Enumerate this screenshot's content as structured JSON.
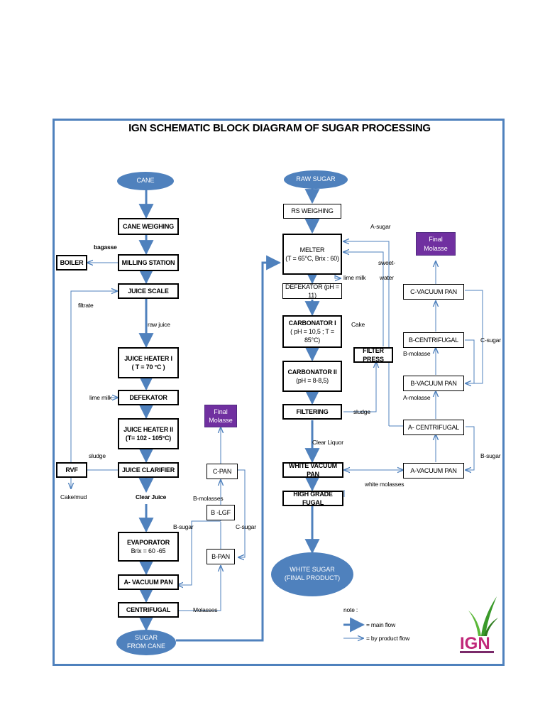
{
  "title": "IGN SCHEMATIC BLOCK DIAGRAM OF SUGAR PROCESSING",
  "left_chain": {
    "cane": "CANE",
    "cane_weighing": "CANE WEIGHING",
    "bagasse": "bagasse",
    "boiler": "BOILER",
    "milling_station": "MILLING  STATION",
    "juice_scale": "JUICE SCALE",
    "filtrate": "filtrate",
    "raw_juice": "raw juice",
    "juice_heater_1": "JUICE HEATER I",
    "juice_heater_1_temp": "( T = 70 °C )",
    "lime_milk": "lime milk",
    "defekator": "DEFEKATOR",
    "juice_heater_2": "JUICE HEATER II",
    "juice_heater_2_temp": "(T= 102 - 105°C)",
    "sludge": "sludge",
    "rvf": "RVF",
    "juice_clarifier": "JUICE CLARIFIER",
    "cake_mud": "Cake/mud",
    "clear_juice": "Clear Juice",
    "evaporator": "EVAPORATOR",
    "evaporator_brix": "Brix = 60 -65",
    "a_vacuum_pan": "A- VACUUM PAN",
    "centrifugal": "CENTRIFUGAL",
    "sugar_from_cane": "SUGAR",
    "sugar_from_cane_2": "FROM CANE",
    "final_molasse_1": "Final",
    "final_molasse_2": "Molasse",
    "c_pan": "C-PAN",
    "b_molasses": "B-molasses",
    "b_lgf": "B -LGF",
    "b_sugar": "B-sugar",
    "c_sugar": "C-sugar",
    "b_pan": "B-PAN",
    "molasses": "Molasses"
  },
  "right_chain": {
    "raw_sugar": "RAW SUGAR",
    "rs_weighing": "RS WEIGHING",
    "a_sugar": "A-sugar",
    "melter": "MELTER",
    "melter_cond": "(T = 65°C, Brix : 60)",
    "sweet_water_1": "sweet-",
    "sweet_water_2": "water",
    "lime_milk": "lime milk",
    "defekator": "DEFEKATOR (pH = 11)",
    "carbonator_1": "CARBONATOR I",
    "carbonator_1_cond": "( pH = 10,5 ; T = 85°C)",
    "cake": "Cake",
    "filter_press": "FILTER PRESS",
    "carbonator_2": "CARBONATOR II",
    "carbonator_2_cond": "(pH = 8-8,5)",
    "filtering": "FILTERING",
    "sludge": "sludge",
    "clear_liquor": "Clear Liquor",
    "white_vacuum_pan": "WHITE VACUUM PAN",
    "white_molasses": "white molasses",
    "high_grade_fugal": "HIGH GRADE FUGAL",
    "white_sugar_1": "WHITE SUGAR",
    "white_sugar_2": "(FINAL PRODUCT)",
    "final_molasse": "Final Molasse",
    "c_vacuum_pan": "C-VACUUM PAN",
    "b_centrifugal": "B-CENTRIFUGAL",
    "c_sugar": "C-sugar",
    "b_molasse": "B-molasse",
    "b_vacuum_pan": "B-VACUUM PAN",
    "a_molasse": "A-molasse",
    "a_centrifugal": "A- CENTRIFUGAL",
    "b_sugar": "B-sugar",
    "a_vacuum_pan": "A-VACUUM PAN"
  },
  "legend": {
    "note": "note :",
    "main_flow": "= main flow",
    "by_product_flow": "= by product flow"
  },
  "logo": {
    "text": "IGN",
    "icon": "grass-leaf-icon"
  },
  "colors": {
    "frame": "#4f81bd",
    "oval": "#4f81bd",
    "purple": "#7030a0",
    "flow": "#4f81bd"
  }
}
